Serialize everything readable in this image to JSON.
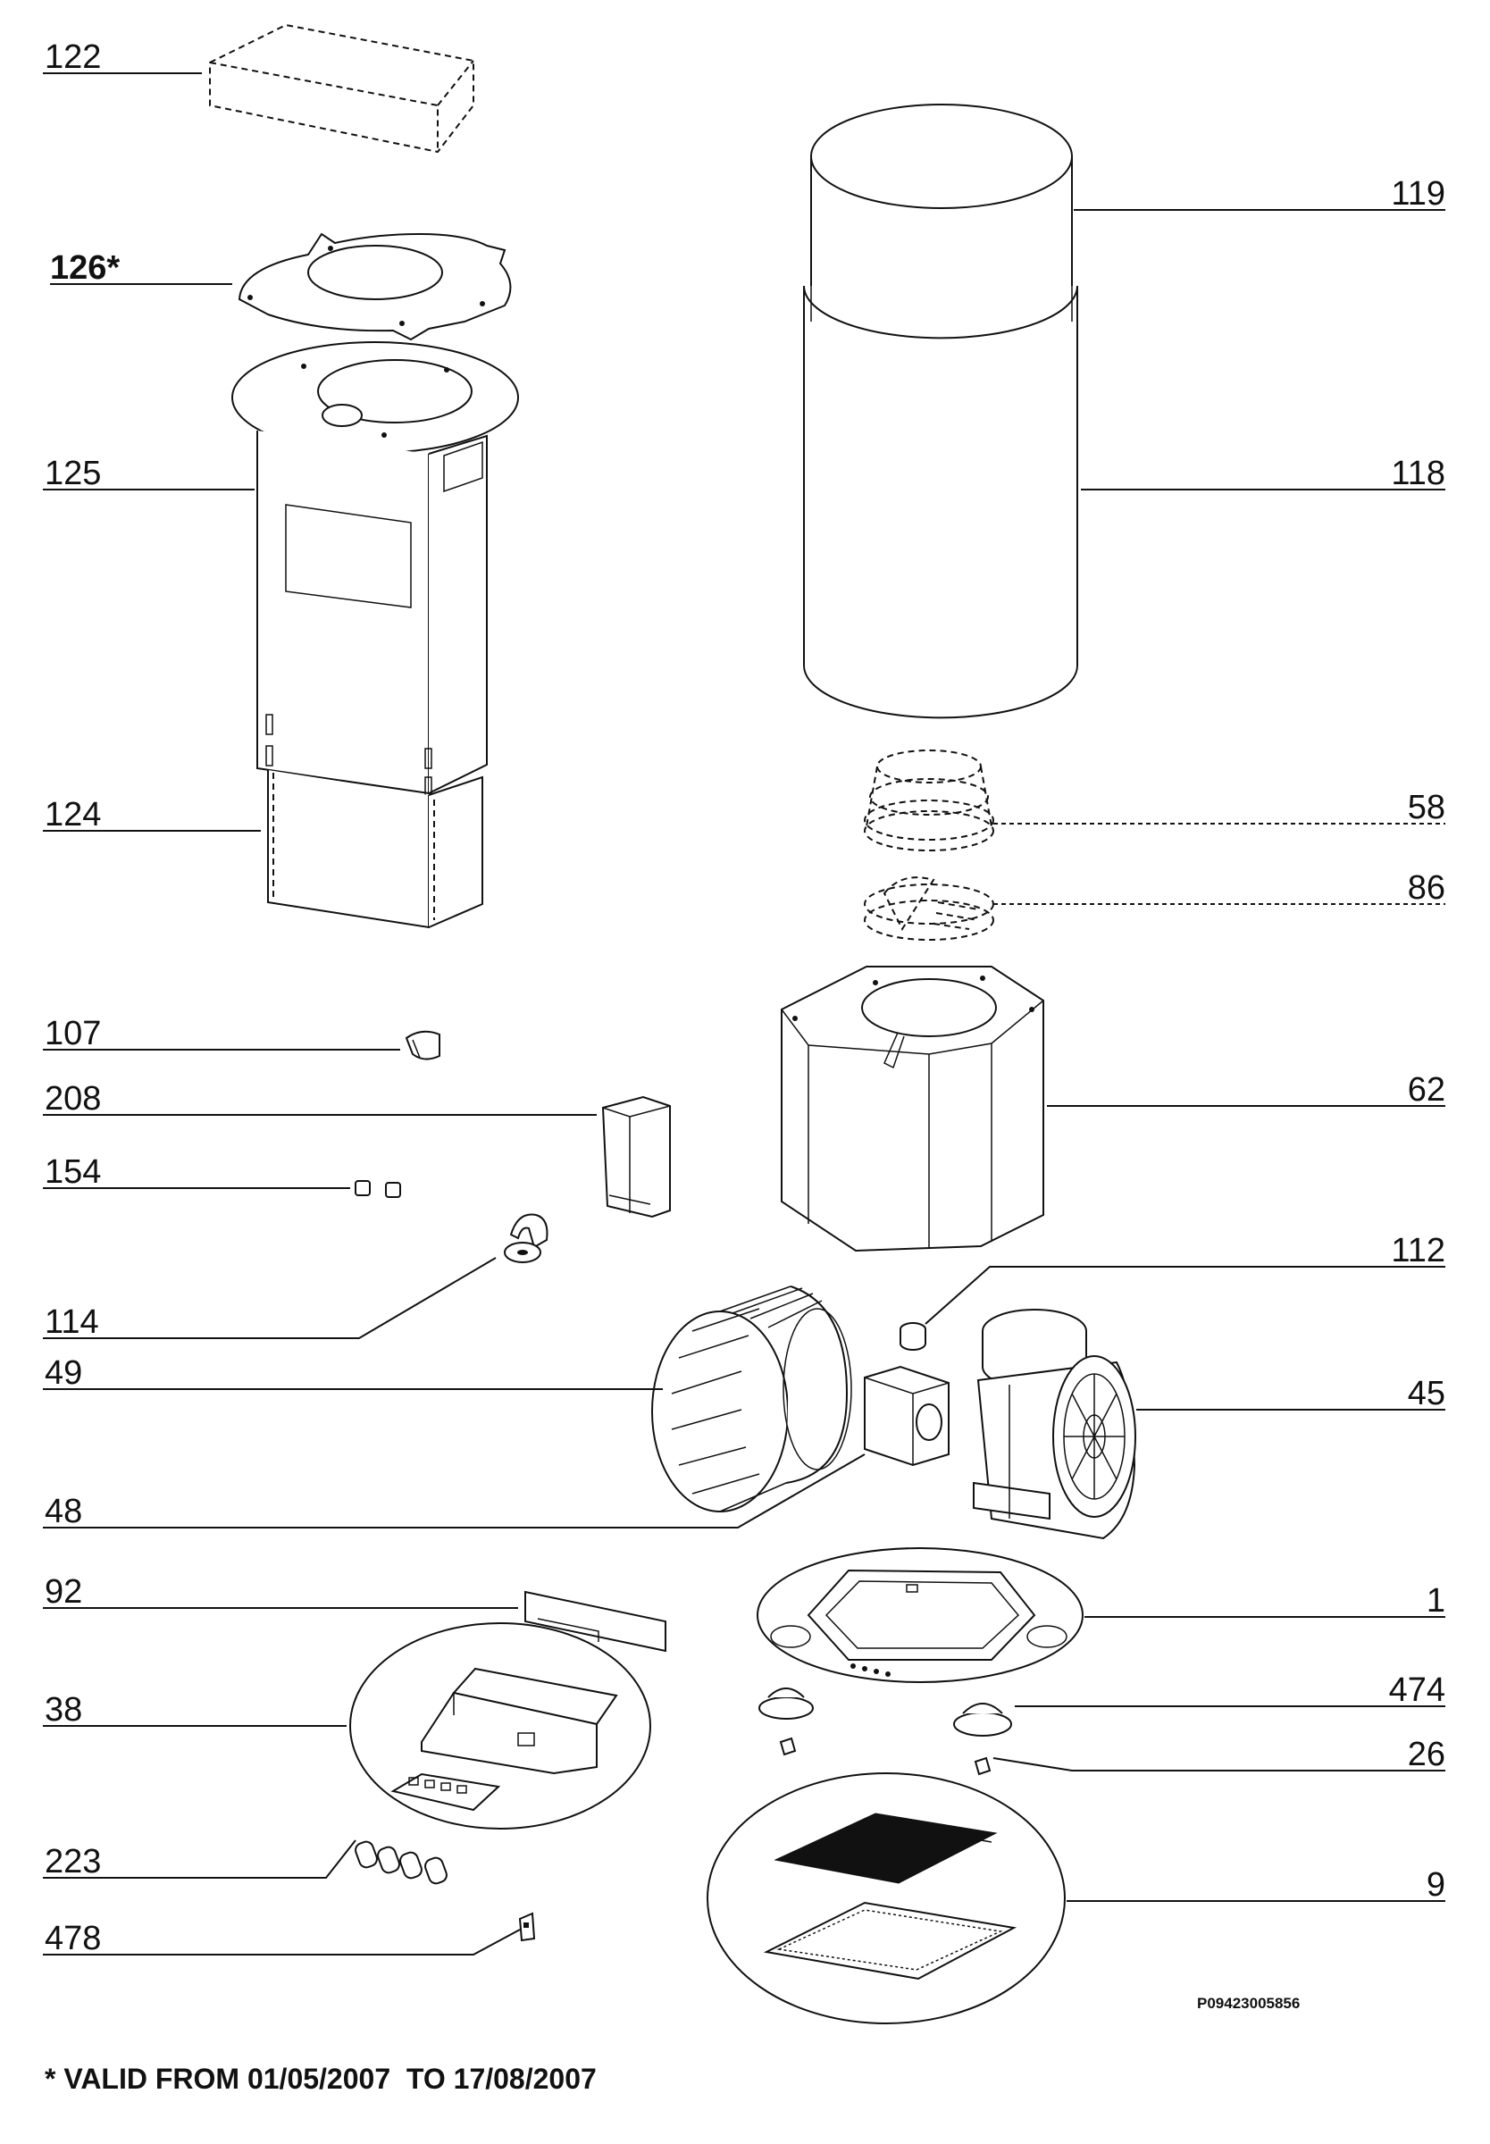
{
  "labels": {
    "p122": "122",
    "p126": "126*",
    "p125": "125",
    "p124": "124",
    "p107": "107",
    "p208": "208",
    "p154": "154",
    "p114": "114",
    "p49": "49",
    "p48": "48",
    "p92": "92",
    "p38": "38",
    "p223": "223",
    "p478": "478",
    "p119": "119",
    "p118": "118",
    "p58": "58",
    "p86": "86",
    "p62": "62",
    "p112": "112",
    "p45": "45",
    "p1": "1",
    "p474": "474",
    "p26": "26",
    "p9": "9"
  },
  "drawing_code": "P09423005856",
  "footnote": "* VALID FROM 01/05/2007  TO 17/08/2007"
}
